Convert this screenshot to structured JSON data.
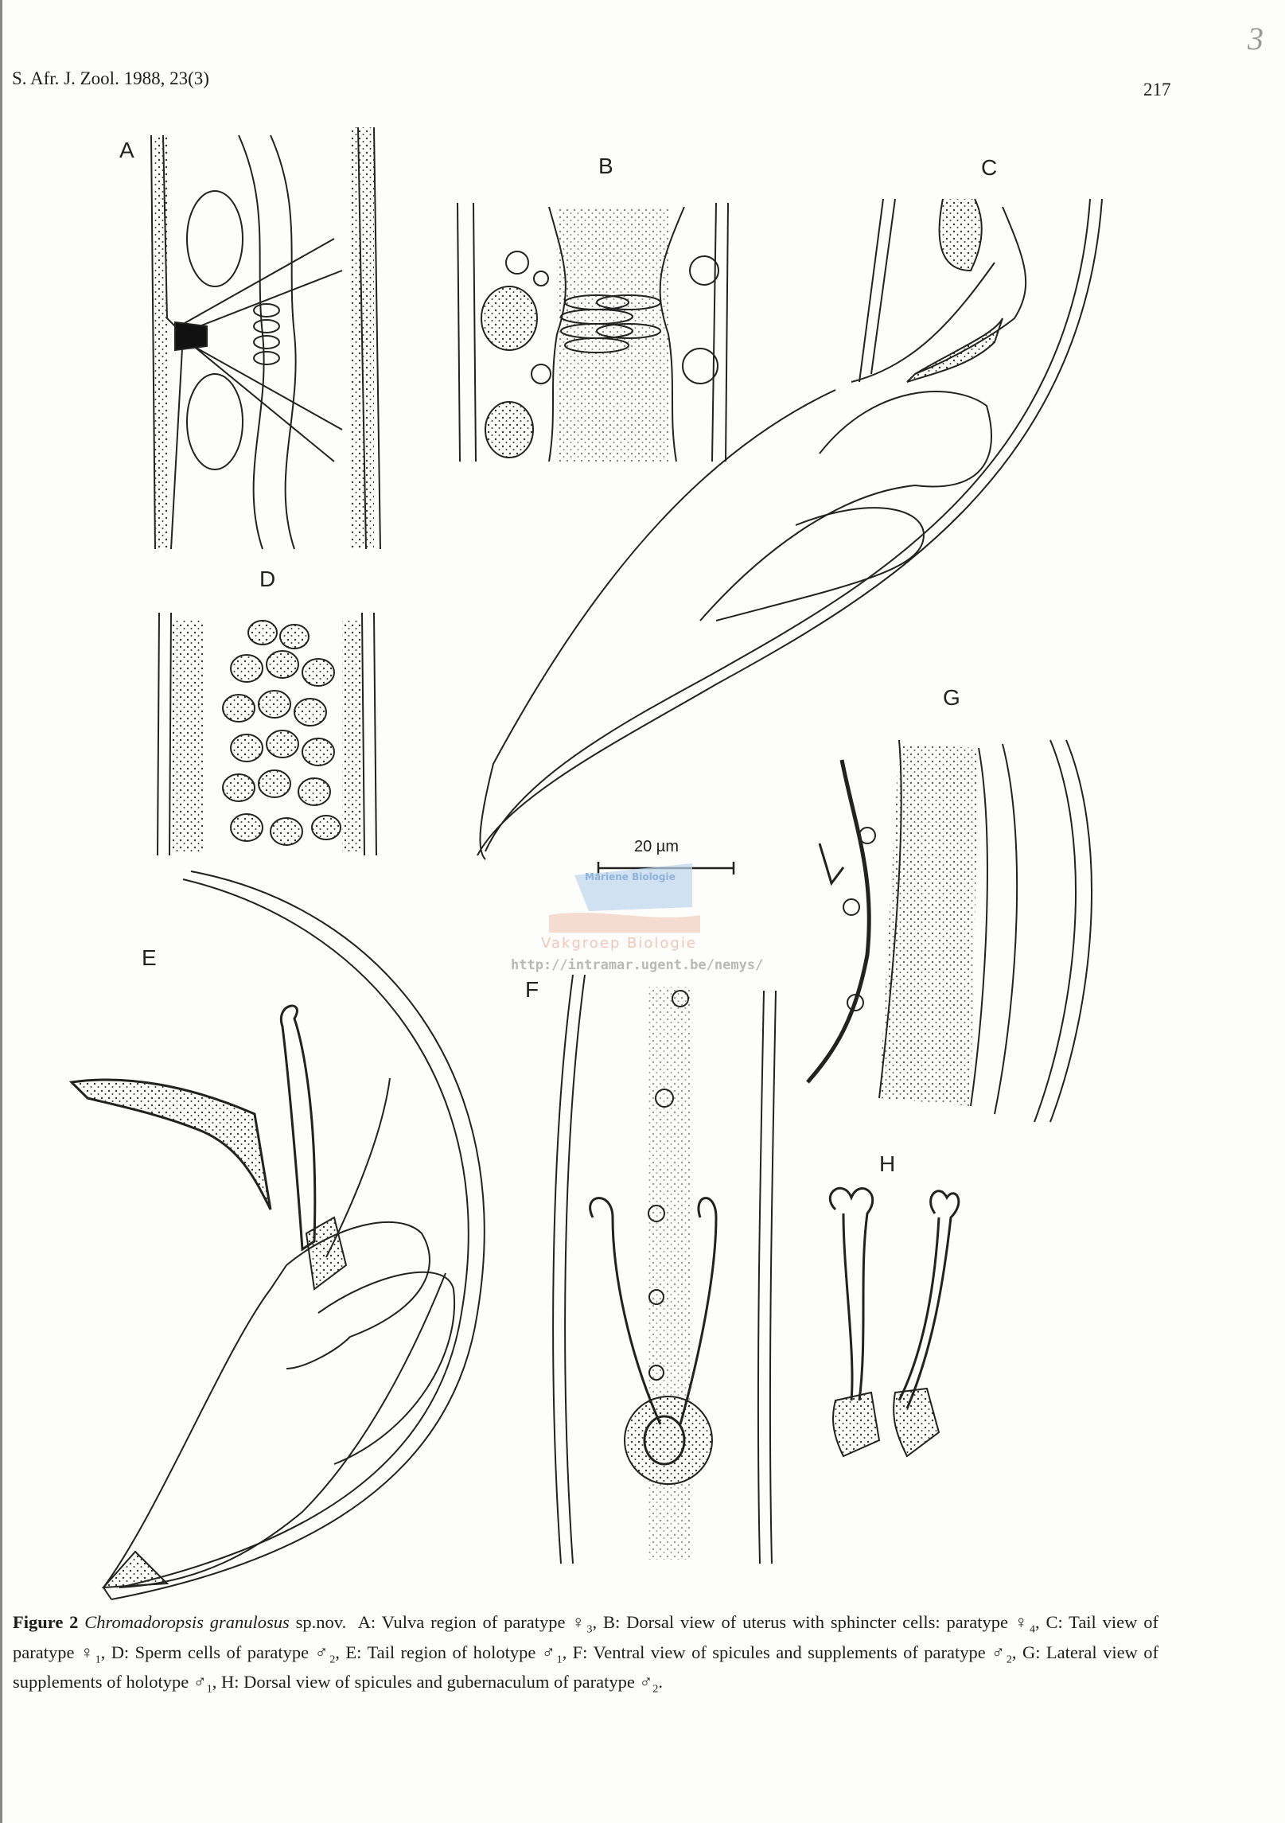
{
  "header": {
    "journal": "S. Afr. J. Zool. 1988, 23(3)",
    "page_number": "217",
    "corner_mark": "3"
  },
  "panels": {
    "a": "A",
    "b": "B",
    "c": "C",
    "d": "D",
    "e": "E",
    "f": "F",
    "g": "G",
    "h": "H"
  },
  "scale_bar": {
    "label": "20 µm"
  },
  "watermark": {
    "line1": "Mariene Biologie",
    "line2": "Vakgroep Biologie",
    "url": "http://intramar.ugent.be/nemys/"
  },
  "caption": {
    "figure": "Figure 2",
    "species": "Chromadoropsis granulosus",
    "suffix": "sp.nov.",
    "parts": [
      {
        "text": "A: Vulva region of paratype ♀",
        "sub": "3",
        "after": ","
      },
      {
        "text": "B: Dorsal view of uterus with sphincter cells: paratype ♀",
        "sub": "4",
        "after": ","
      },
      {
        "text": "C: Tail view of paratype ♀",
        "sub": "1",
        "after": ","
      },
      {
        "text": "D: Sperm cells of paratype ♂",
        "sub": "2",
        "after": ","
      },
      {
        "text": "E: Tail region of holotype ♂",
        "sub": "1",
        "after": ","
      },
      {
        "text": "F: Ventral view of spicules and supplements of paratype ♂",
        "sub": "2",
        "after": ","
      },
      {
        "text": "G: Lateral view of supplements of holotype ♂",
        "sub": "1",
        "after": ","
      },
      {
        "text": "H: Dorsal view of spicules and gubernaculum of paratype ♂",
        "sub": "2",
        "after": "."
      }
    ]
  }
}
